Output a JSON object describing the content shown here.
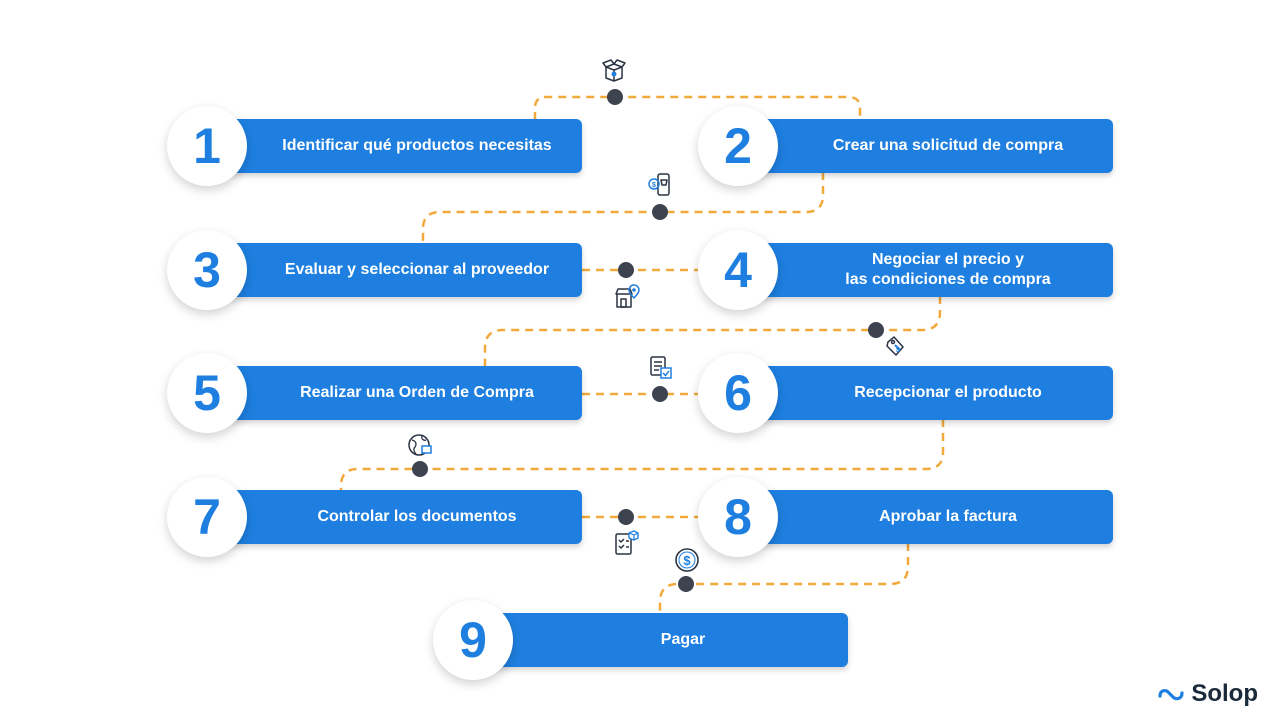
{
  "steps": [
    {
      "number": "1",
      "label": "Identificar qué productos necesitas"
    },
    {
      "number": "2",
      "label": "Crear una solicitud de compra"
    },
    {
      "number": "3",
      "label": "Evaluar y seleccionar al proveedor"
    },
    {
      "number": "4",
      "label": "Negociar el precio y\nlas condiciones de compra"
    },
    {
      "number": "5",
      "label": "Realizar una Orden de Compra"
    },
    {
      "number": "6",
      "label": "Recepcionar el producto"
    },
    {
      "number": "7",
      "label": "Controlar los documentos"
    },
    {
      "number": "8",
      "label": "Aprobar la factura"
    },
    {
      "number": "9",
      "label": "Pagar"
    }
  ],
  "icons": [
    "box-icon",
    "mobile-shop-icon",
    "store-location-icon",
    "price-tag-icon",
    "checklist-box-icon",
    "globe-shipping-icon",
    "document-box-icon",
    "dollar-coin-icon"
  ],
  "brand": {
    "name": "Solop"
  },
  "colors": {
    "bar": "#1e7fe0",
    "number": "#1e7fe0",
    "connector": "#f2a93b",
    "dot": "#3d4450"
  }
}
